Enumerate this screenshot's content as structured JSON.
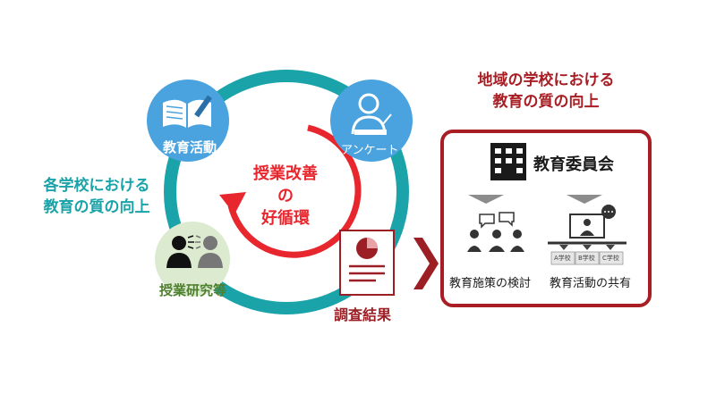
{
  "cycle": {
    "center_lines": [
      "授業改善",
      "の",
      "好循環"
    ],
    "left_caption_lines": [
      "各学校における",
      "教育の質の向上"
    ],
    "nodes": {
      "education": {
        "label": "教育活動",
        "icon": "open-book-pen-icon"
      },
      "survey": {
        "label": "アンケート",
        "icon": "person-writing-icon"
      },
      "research": {
        "label": "授業研究等",
        "icon": "two-people-talking-icon"
      },
      "results": {
        "label": "調査結果",
        "icon": "report-document-icon"
      }
    }
  },
  "region": {
    "title_lines": [
      "地域の学校における",
      "教育の質の向上"
    ],
    "board": {
      "label": "教育委員会",
      "icon": "building-icon"
    },
    "policy": {
      "label": "教育施策の検討",
      "icon": "group-discussion-icon"
    },
    "sharing": {
      "label": "教育活動の共有",
      "icon": "presentation-screen-icon",
      "schools": [
        "A学校",
        "B学校",
        "C学校"
      ]
    }
  },
  "colors": {
    "teal": "#1AA3A8",
    "blue": "#4AA3DF",
    "red": "#E8262D",
    "dark_red": "#A81E24",
    "green_light": "#DCEBD0",
    "green_text": "#4E7F2E",
    "gray": "#8C8C8C"
  }
}
